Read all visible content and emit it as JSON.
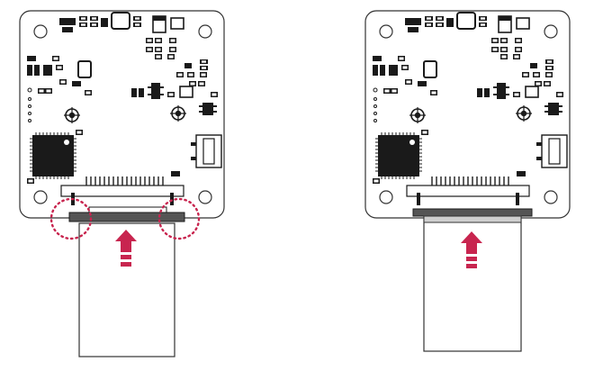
{
  "figure": {
    "panels": [
      {
        "id": "before",
        "state": "cable-inserted-misaligned",
        "callouts": [
          "left-connector-latch",
          "right-connector-latch"
        ],
        "arrow": "push-up"
      },
      {
        "id": "after",
        "state": "cable-fully-seated",
        "callouts": [],
        "arrow": "push-up"
      }
    ],
    "colors": {
      "outline": "#333333",
      "component": "#1a1a1a",
      "arrow": "#c8254f",
      "callout": "#c8254f",
      "connector_bar": "#555555",
      "cable_contact": "#cfcfcf"
    }
  }
}
